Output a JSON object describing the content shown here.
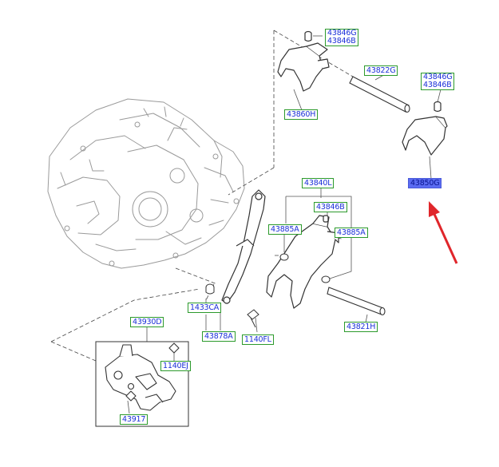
{
  "labels": {
    "p43846g_top": "43846G",
    "p43846b_top": "43846B",
    "p43822g": "43822G",
    "p43846g_right": "43846G",
    "p43846b_right": "43846B",
    "p43860h": "43860H",
    "p43850g": "43850G",
    "p43840l": "43840L",
    "p43846b_mid": "43846B",
    "p43885a_left": "43885A",
    "p43885a_right": "43885A",
    "p1433ca": "1433CA",
    "p43878a": "43878A",
    "p1140fl": "1140FL",
    "p43821h": "43821H",
    "p43930d": "43930D",
    "p1140ej": "1140EJ",
    "p43917": "43917"
  },
  "colors": {
    "label_text": "#1a2fd8",
    "label_border": "#2c9a2c",
    "highlight_fill": "#5b6cf2",
    "arrow": "#e0262b",
    "line_art": "#3a3a3a",
    "housing": "#9a9a9a"
  }
}
